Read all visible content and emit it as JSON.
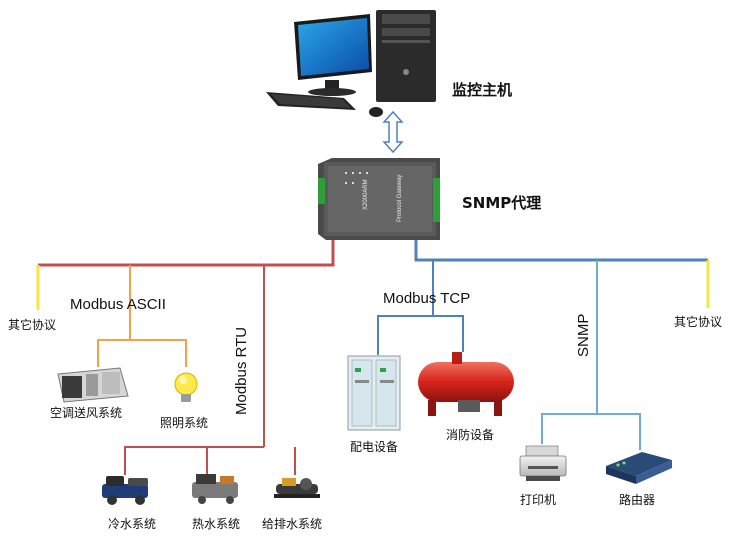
{
  "labels": {
    "host": "监控主机",
    "agent": "SNMP代理",
    "other_left": "其它协议",
    "other_right": "其它协议",
    "modbus_ascii": "Modbus ASCII",
    "modbus_rtu": "Modbus RTU",
    "modbus_tcp": "Modbus TCP",
    "snmp": "SNMP",
    "hvac": "空调送风系统",
    "lighting": "照明系统",
    "chilled_water": "冷水系统",
    "hot_water": "热水系统",
    "water_supply": "给排水系统",
    "power_dist": "配电设备",
    "fire": "消防设备",
    "printer": "打印机",
    "router": "路由器"
  },
  "device_text": {
    "model": "X2000ARM",
    "gateway": "Protocol Gateway"
  },
  "colors": {
    "red_line": "#c0504d",
    "blue_line": "#4f81bd",
    "yellow_line": "#f5e642",
    "orange_line": "#f5a04a",
    "teal_line": "#6fb0c8",
    "arrow": "#4f81bd"
  },
  "icons": [
    "desktop-computer-icon",
    "gateway-device-icon",
    "hvac-unit-icon",
    "light-bulb-icon",
    "chiller-icon",
    "boiler-icon",
    "pump-icon",
    "electrical-cabinet-icon",
    "fire-tank-icon",
    "printer-icon",
    "router-icon"
  ]
}
